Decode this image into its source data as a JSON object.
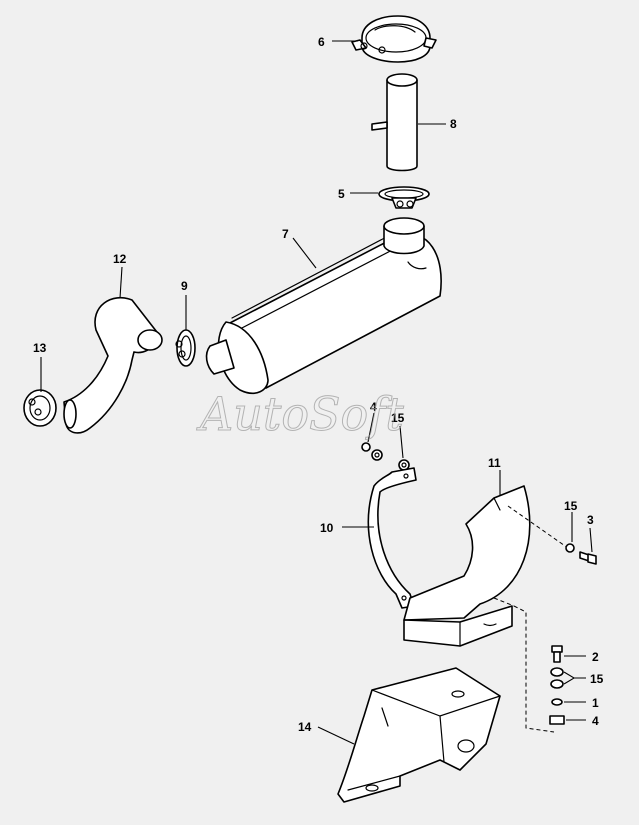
{
  "watermark": "AutoSoft",
  "callouts": {
    "c1": "1",
    "c2": "2",
    "c3": "3",
    "c4a": "4",
    "c4b": "4",
    "c5": "5",
    "c6": "6",
    "c7": "7",
    "c8": "8",
    "c9": "9",
    "c10": "10",
    "c11": "11",
    "c12": "12",
    "c13": "13",
    "c14": "14",
    "c15a": "15",
    "c15b": "15",
    "c15c": "15"
  }
}
